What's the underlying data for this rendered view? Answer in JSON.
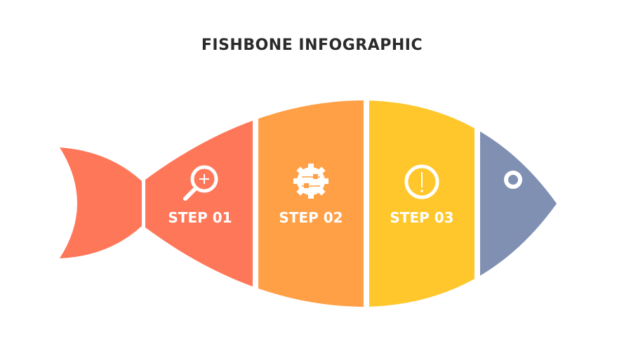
{
  "title": "FISHBONE INFOGRAPHIC",
  "colors": {
    "step1": "#FF7759",
    "step2": "#FFA047",
    "step3": "#FFC72C",
    "head": "#8090B3"
  },
  "steps": [
    {
      "label": "STEP 01",
      "icon": "magnifier-plus-icon"
    },
    {
      "label": "STEP 02",
      "icon": "gear-sliders-icon"
    },
    {
      "label": "STEP 03",
      "icon": "exclamation-circle-icon"
    }
  ]
}
